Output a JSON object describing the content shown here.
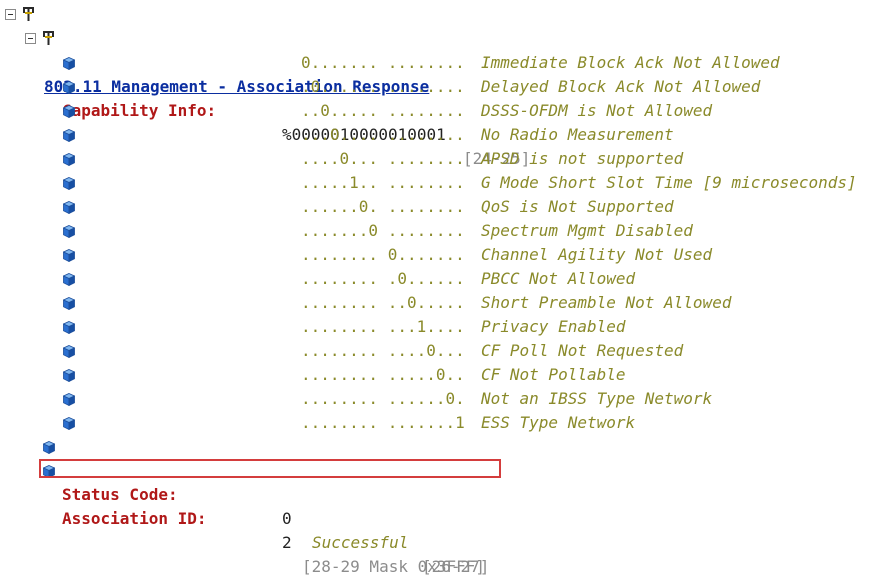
{
  "header": {
    "title": "802.11 Management - Association Response"
  },
  "capability": {
    "label": "Capability Info:",
    "value": "%0000010000010001",
    "range": "[24-25]",
    "bits": [
      {
        "pattern": "0....... ........",
        "desc": "Immediate Block Ack Not Allowed"
      },
      {
        "pattern": ".0...... ........",
        "desc": "Delayed Block Ack Not Allowed"
      },
      {
        "pattern": "..0..... ........",
        "desc": "DSSS-OFDM is Not Allowed"
      },
      {
        "pattern": "...0.... ........",
        "desc": "No Radio Measurement"
      },
      {
        "pattern": "....0... ........",
        "desc": "APSD is not supported"
      },
      {
        "pattern": ".....1.. ........",
        "desc": "G Mode Short Slot Time [9 microseconds]"
      },
      {
        "pattern": "......0. ........",
        "desc": "QoS is Not Supported"
      },
      {
        "pattern": ".......0 ........",
        "desc": "Spectrum Mgmt Disabled"
      },
      {
        "pattern": "........ 0.......",
        "desc": "Channel Agility Not Used"
      },
      {
        "pattern": "........ .0......",
        "desc": "PBCC Not Allowed"
      },
      {
        "pattern": "........ ..0.....",
        "desc": "Short Preamble Not Allowed"
      },
      {
        "pattern": "........ ...1....",
        "desc": "Privacy Enabled"
      },
      {
        "pattern": "........ ....0...",
        "desc": "CF Poll Not Requested"
      },
      {
        "pattern": "........ .....0..",
        "desc": "CF Not Pollable"
      },
      {
        "pattern": "........ ......0.",
        "desc": "Not an IBSS Type Network"
      },
      {
        "pattern": "........ .......1",
        "desc": "ESS Type Network"
      }
    ]
  },
  "status": {
    "label": "Status Code:",
    "value": "0",
    "desc": "Successful",
    "range": "[26-27]"
  },
  "association": {
    "label": "Association ID:",
    "value": "2",
    "range": "[28-29 Mask 0x3FFF]"
  },
  "colors": {
    "header": "#0b2ea0",
    "label": "#b01818",
    "bits": "#8a8a2a",
    "range": "#8c8c8c",
    "highlight": "#d43d3d"
  }
}
